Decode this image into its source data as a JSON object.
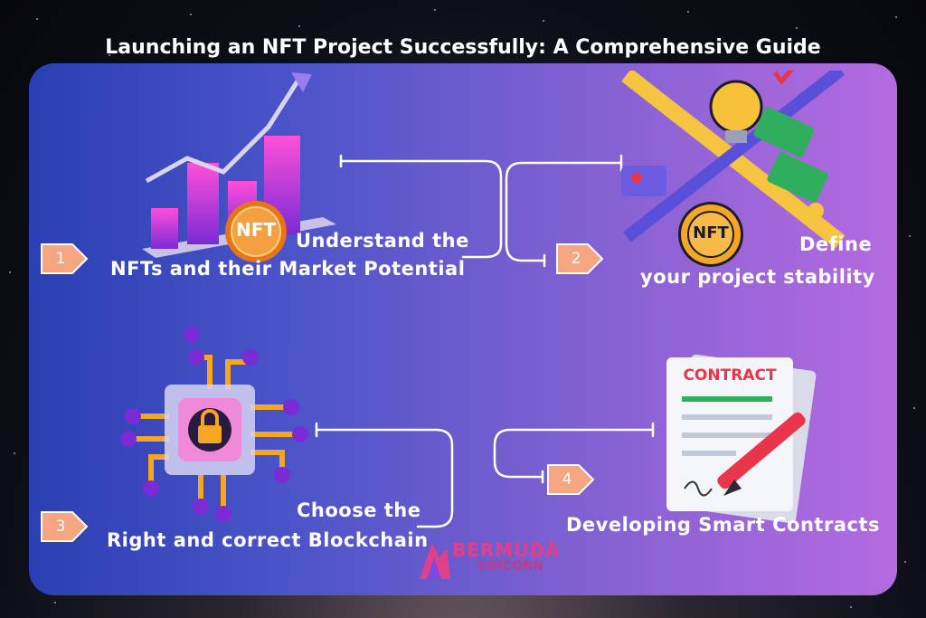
{
  "title": "Launching an NFT Project Successfully: A Comprehensive Guide",
  "steps": [
    {
      "number": "1",
      "line1": "Understand the",
      "line2": "NFTs and their Market Potential"
    },
    {
      "number": "2",
      "line1": "Define",
      "line2": "your project stability"
    },
    {
      "number": "3",
      "line1": "Choose the",
      "line2": "Right and correct Blockchain"
    },
    {
      "number": "4",
      "line1": "Developing Smart Contracts"
    }
  ],
  "illustrations": {
    "nft_coin_1": "NFT",
    "nft_coin_2": "NFT",
    "contract": "CONTRACT"
  },
  "brand": {
    "line1": "BERMUDA",
    "line2": "UNICORN"
  },
  "colors": {
    "panel_left": "#2a3fb3",
    "panel_right": "#b56ae0",
    "badge": "#f5a582",
    "accent_gold": "#f5a623"
  },
  "icons": [
    "bar-chart-icon",
    "nft-coin-icon",
    "lightbulb-icon",
    "pencil-icon",
    "ruler-icon",
    "money-icon",
    "coffee-cup-icon",
    "chip-lock-icon",
    "contract-icon",
    "pen-icon"
  ]
}
